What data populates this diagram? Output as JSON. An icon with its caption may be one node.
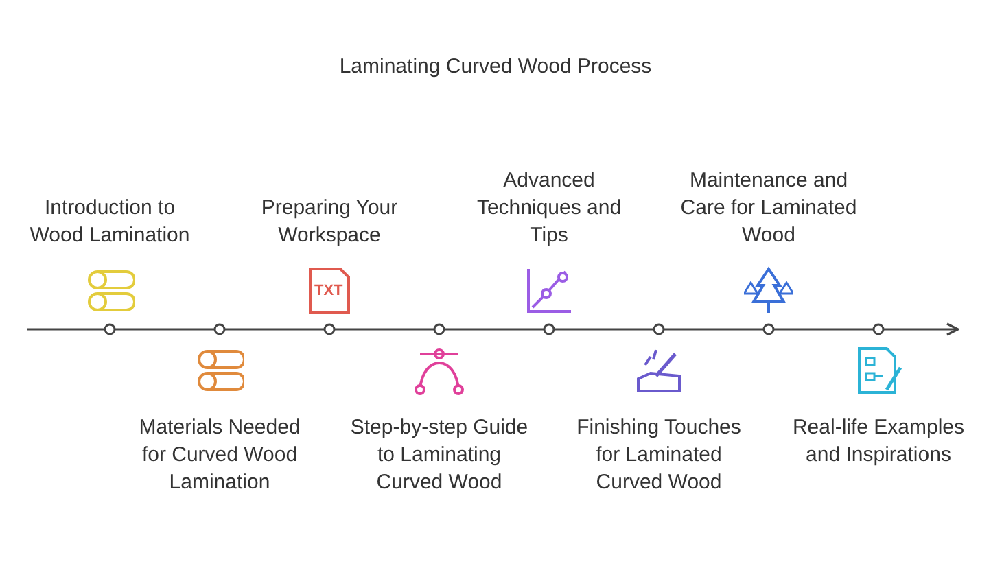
{
  "diagram": {
    "title": "Laminating Curved Wood Process",
    "nodes": [
      {
        "text": [
          "Introduction to Wood Lamination"
        ]
      },
      {
        "text": [
          "Materials Needed for Curved Wood Lamination"
        ]
      },
      {
        "text": [
          "Preparing Your Workspace"
        ]
      },
      {
        "text": [
          "Step-by-step Guide to Laminating Curved Wood"
        ]
      },
      {
        "text": [
          "Advanced Techniques and Tips"
        ]
      },
      {
        "text": [
          "Finishing Touches for Laminated Curved Wood"
        ]
      },
      {
        "text": [
          "Maintenance and Care for Laminated Wood"
        ]
      },
      {
        "text": [
          "Real-life Examples and Inspirations"
        ]
      }
    ],
    "edges": [],
    "labels": [
      "TXT"
    ]
  }
}
